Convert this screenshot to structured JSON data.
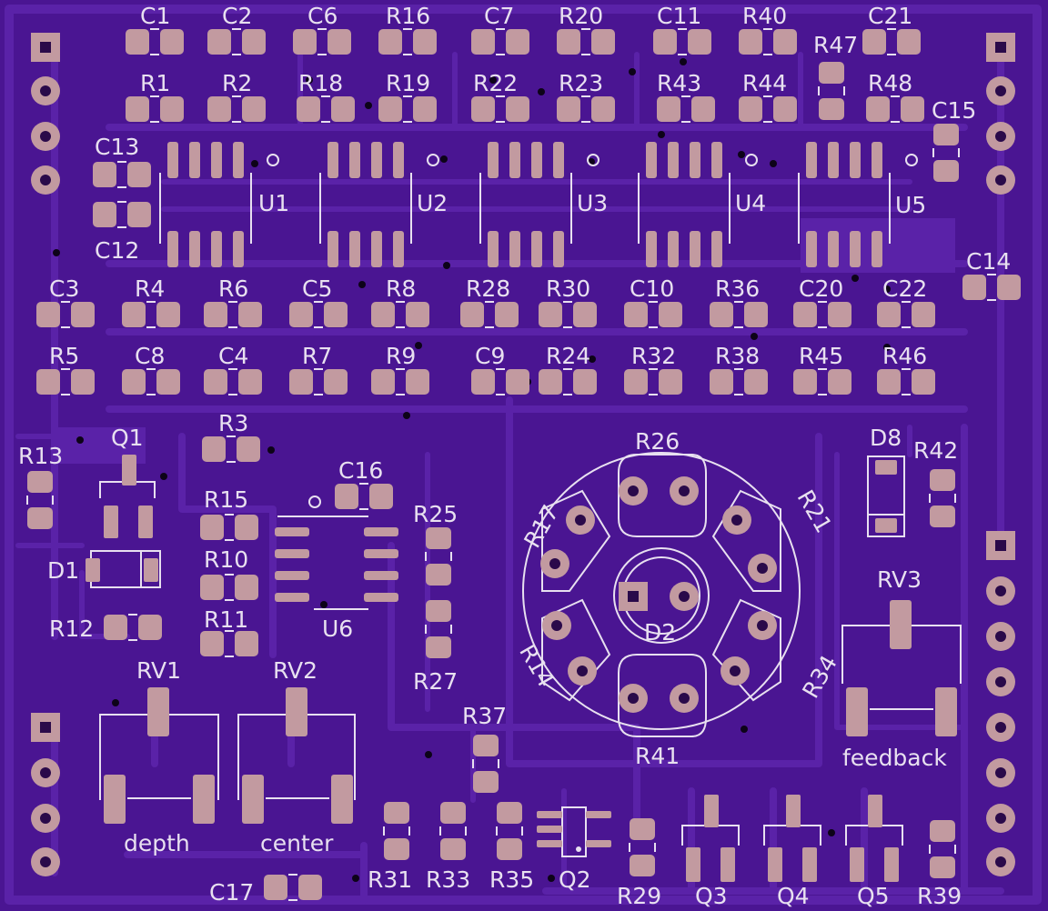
{
  "board": {
    "bg_color": "#4a1592",
    "trace_color": "#5a22a8",
    "pad_color": "#c29aa0",
    "silk_color": "#e8e0f0"
  },
  "labels": {
    "C1": "C1",
    "C2": "C2",
    "C6": "C6",
    "R16": "R16",
    "C7": "C7",
    "R20": "R20",
    "C11": "C11",
    "R40": "R40",
    "C21": "C21",
    "R1": "R1",
    "R2": "R2",
    "R18": "R18",
    "R19": "R19",
    "R22": "R22",
    "R23": "R23",
    "R43": "R43",
    "R44": "R44",
    "R47": "R47",
    "R48": "R48",
    "C15": "C15",
    "C13": "C13",
    "C12": "C12",
    "U1": "U1",
    "U2": "U2",
    "U3": "U3",
    "U4": "U4",
    "U5": "U5",
    "C14": "C14",
    "C3": "C3",
    "R4": "R4",
    "R6": "R6",
    "C5": "C5",
    "R8": "R8",
    "R28": "R28",
    "R30": "R30",
    "C10": "C10",
    "R36": "R36",
    "C20": "C20",
    "C22": "C22",
    "R5": "R5",
    "C8": "C8",
    "C4": "C4",
    "R7": "R7",
    "R9": "R9",
    "C9": "C9",
    "R24": "R24",
    "R32": "R32",
    "R38": "R38",
    "R45": "R45",
    "R46": "R46",
    "R3": "R3",
    "R13": "R13",
    "Q1": "Q1",
    "R15": "R15",
    "C16": "C16",
    "R25": "R25",
    "D1": "D1",
    "R10": "R10",
    "R12": "R12",
    "R11": "R11",
    "U6": "U6",
    "R27": "R27",
    "RV1": "RV1",
    "RV2": "RV2",
    "R26": "R26",
    "R17": "R17",
    "R21": "R21",
    "D2": "D2",
    "R14": "R14",
    "R34": "R34",
    "R41": "R41",
    "D8": "D8",
    "R42": "R42",
    "RV3": "RV3",
    "feedback": "feedback",
    "R37": "R37",
    "depth": "depth",
    "center": "center",
    "R31": "R31",
    "R33": "R33",
    "R35": "R35",
    "Q2": "Q2",
    "R29": "R29",
    "Q3": "Q3",
    "Q4": "Q4",
    "Q5": "Q5",
    "R39": "R39",
    "C17": "C17"
  }
}
